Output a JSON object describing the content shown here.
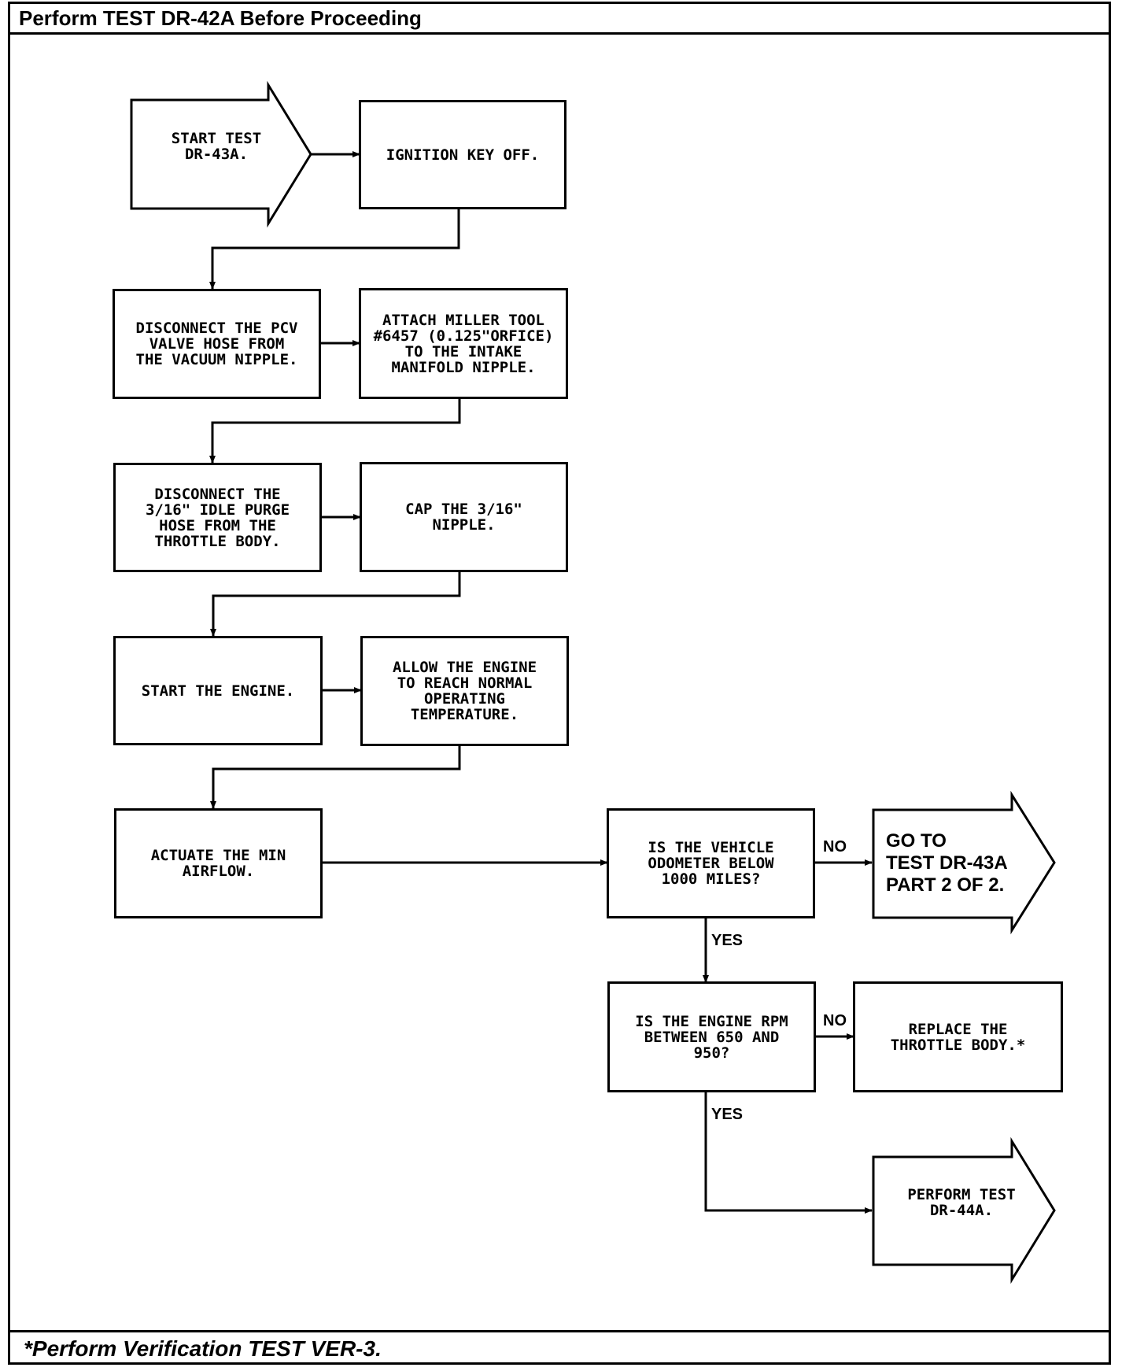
{
  "header": {
    "title": "Perform TEST DR-42A Before Proceeding"
  },
  "footer": {
    "note": "*Perform Verification TEST VER-3."
  },
  "steps": {
    "start_test": "START TEST\nDR-43A.",
    "ignition_off": "IGNITION KEY OFF.",
    "disconnect_pcv": "DISCONNECT THE PCV\nVALVE HOSE FROM\nTHE VACUUM NIPPLE.",
    "attach_miller": "ATTACH MILLER TOOL\n#6457 (0.125\"ORFICE)\nTO THE INTAKE\nMANIFOLD NIPPLE.",
    "disconnect_idle_purge": "DISCONNECT THE\n3/16\" IDLE PURGE\nHOSE FROM THE\nTHROTTLE BODY.",
    "cap_nipple": "CAP THE 3/16\"\nNIPPLE.",
    "start_engine": "START THE ENGINE.",
    "allow_engine": "ALLOW THE ENGINE\nTO REACH NORMAL\nOPERATING\nTEMPERATURE.",
    "actuate_airflow": "ACTUATE THE MIN\nAIRFLOW.",
    "odometer_question": "IS THE VEHICLE\nODOMETER BELOW\n1000 MILES?",
    "goto_part2": "GO TO\nTEST DR-43A\nPART 2 OF 2.",
    "rpm_question": "IS THE ENGINE RPM\nBETWEEN 650 AND\n950?",
    "replace_throttle": "REPLACE THE\nTHROTTLE BODY.*",
    "perform_dr44a": "PERFORM TEST\nDR-44A."
  },
  "edge_labels": {
    "odometer_no": "NO",
    "odometer_yes": "YES",
    "rpm_no": "NO",
    "rpm_yes": "YES"
  }
}
